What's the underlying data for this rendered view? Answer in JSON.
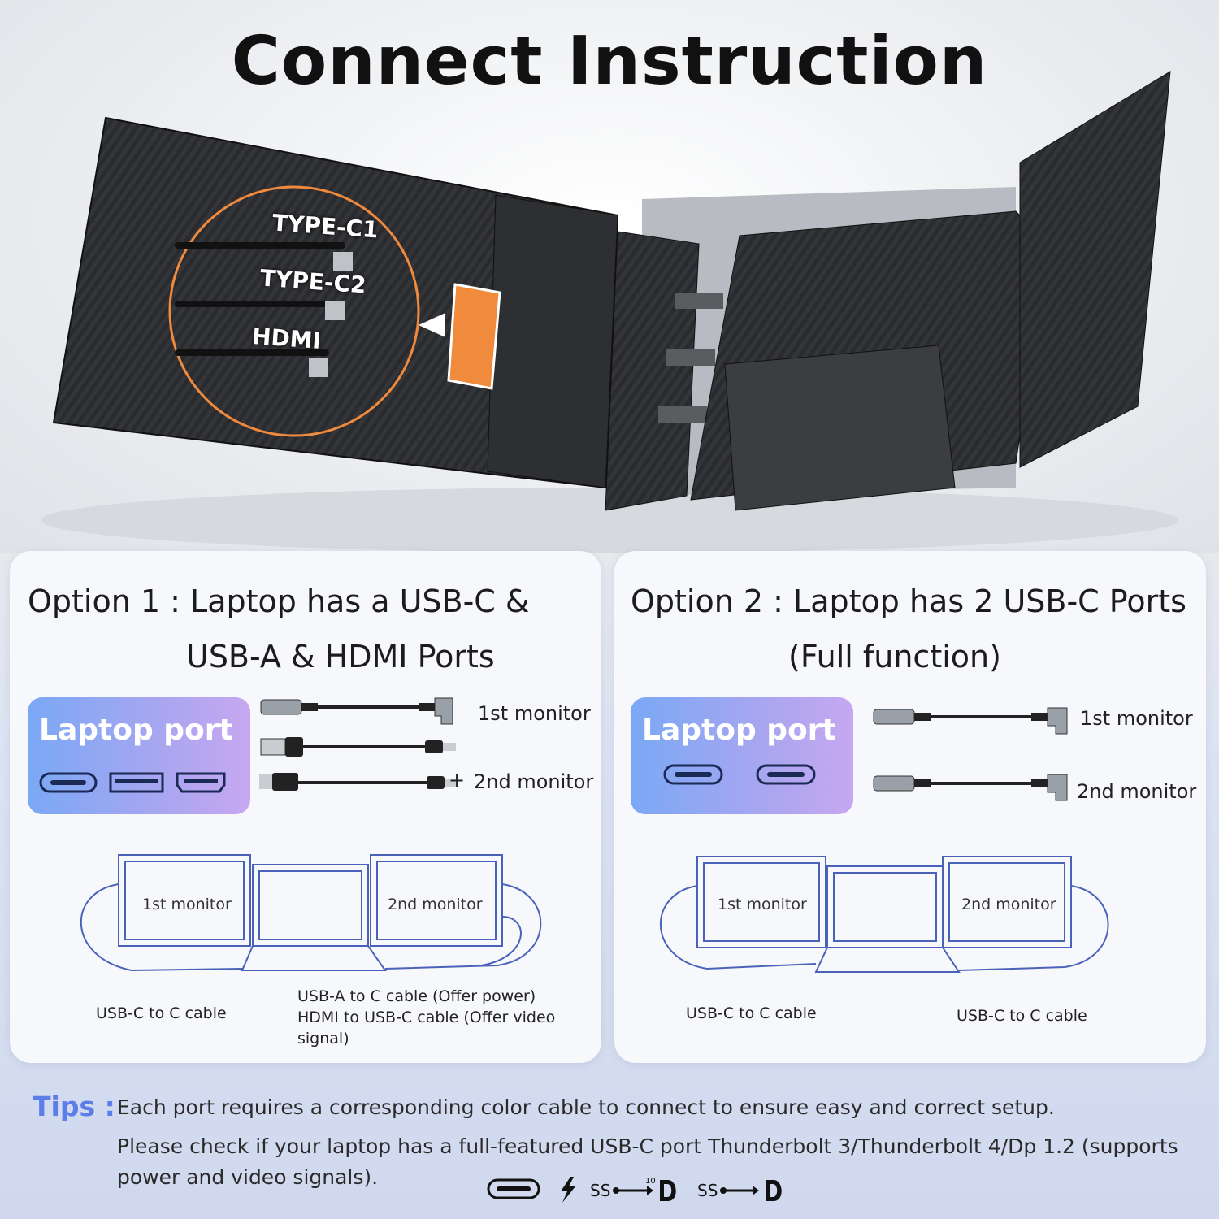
{
  "header": {
    "title": "Connect Instruction"
  },
  "hero": {
    "ports": [
      "TYPE-C1",
      "TYPE-C2",
      "HDMI"
    ]
  },
  "option1": {
    "title_line1": "Option 1 : Laptop has a USB-C &",
    "title_line2": "USB-A & HDMI Ports",
    "laptop_port_label": "Laptop port",
    "cable_label_1": "1st monitor",
    "cable_label_2": "2nd monitor",
    "plus": "+",
    "diagram_left": "1st monitor",
    "diagram_right": "2nd monitor",
    "caption_left": "USB-C to C cable",
    "caption_right_1": "USB-A to C cable (Offer power)",
    "caption_right_2": "HDMI to USB-C cable (Offer video signal)"
  },
  "option2": {
    "title_line1": "Option 2 : Laptop has 2 USB-C Ports",
    "title_line2": "(Full function)",
    "laptop_port_label": "Laptop port",
    "cable_label_1": "1st monitor",
    "cable_label_2": "2nd monitor",
    "diagram_left": "1st monitor",
    "diagram_right": "2nd monitor",
    "caption_left": "USB-C to C cable",
    "caption_right": "USB-C to C cable"
  },
  "tips": {
    "heading": "Tips :",
    "line1": "Each port requires a corresponding color cable to connect to ensure easy and correct setup.",
    "line2": "Please check if your laptop has a full-featured USB-C port Thunderbolt 3/Thunderbolt 4/Dp 1.2 (supports",
    "line3": "power and video signals).",
    "icons": [
      "usb-c-port-icon",
      "thunderbolt-icon",
      "ss-usb-10-dp-icon",
      "ss-usb-dp-icon"
    ]
  },
  "colors": {
    "accent_blue": "#5b7ee8",
    "gradient_start": "#7aa8f5",
    "gradient_end": "#c7a7f1",
    "orange": "#f08a3c"
  }
}
